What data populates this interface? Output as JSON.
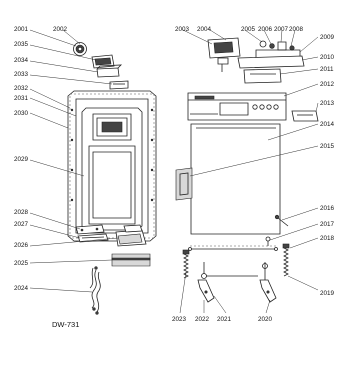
{
  "diagram": {
    "model_code": "DW-731",
    "labels": [
      {
        "id": "l2001",
        "text": "2001"
      },
      {
        "id": "l2002",
        "text": "2002"
      },
      {
        "id": "l2035",
        "text": "2035"
      },
      {
        "id": "l2034",
        "text": "2034"
      },
      {
        "id": "l2033",
        "text": "2033"
      },
      {
        "id": "l2032",
        "text": "2032"
      },
      {
        "id": "l2031",
        "text": "2031"
      },
      {
        "id": "l2030",
        "text": "2030"
      },
      {
        "id": "l2029",
        "text": "2029"
      },
      {
        "id": "l2028",
        "text": "2028"
      },
      {
        "id": "l2027",
        "text": "2027"
      },
      {
        "id": "l2026",
        "text": "2026"
      },
      {
        "id": "l2025",
        "text": "2025"
      },
      {
        "id": "l2024",
        "text": "2024"
      },
      {
        "id": "l2003",
        "text": "2003"
      },
      {
        "id": "l2004",
        "text": "2004"
      },
      {
        "id": "l2005",
        "text": "2005"
      },
      {
        "id": "l2006",
        "text": "2006"
      },
      {
        "id": "l2007",
        "text": "2007"
      },
      {
        "id": "l2008",
        "text": "2008"
      },
      {
        "id": "l2009",
        "text": "2009"
      },
      {
        "id": "l2010",
        "text": "2010"
      },
      {
        "id": "l2011",
        "text": "2011"
      },
      {
        "id": "l2012",
        "text": "2012"
      },
      {
        "id": "l2013",
        "text": "2013"
      },
      {
        "id": "l2014",
        "text": "2014"
      },
      {
        "id": "l2015",
        "text": "2015"
      },
      {
        "id": "l2016",
        "text": "2016"
      },
      {
        "id": "l2017",
        "text": "2017"
      },
      {
        "id": "l2018",
        "text": "2018"
      },
      {
        "id": "l2019",
        "text": "2019"
      },
      {
        "id": "l2023",
        "text": "2023"
      },
      {
        "id": "l2022",
        "text": "2022"
      },
      {
        "id": "l2021",
        "text": "2021"
      },
      {
        "id": "l2020",
        "text": "2020"
      }
    ]
  }
}
